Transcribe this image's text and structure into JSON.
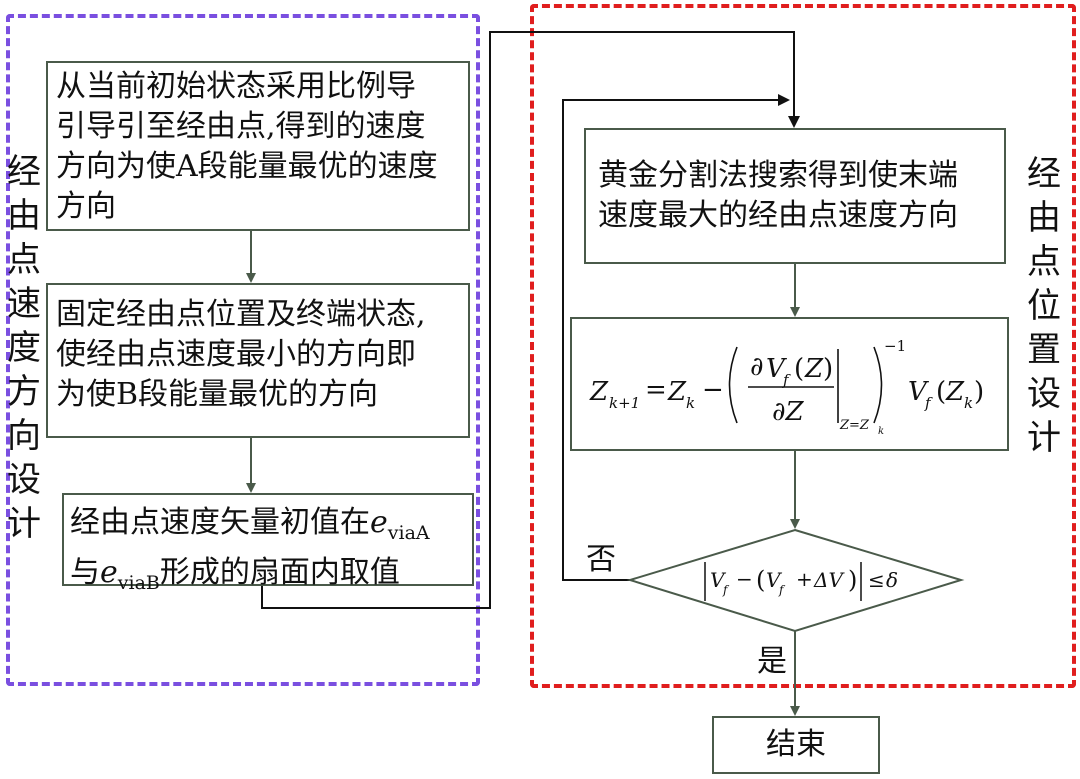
{
  "regions": {
    "left_label": "经由点速度方向设计",
    "right_label": "经由点位置设计"
  },
  "boxes": {
    "a": "从当前初始状态采用比例导\n引导引至经由点,得到的速度\n方向为使A段能量最优的速度\n方向",
    "b": "固定经由点位置及终端状态,\n使经由点速度最小的方向即\n为使B段能量最优的方向",
    "c": {
      "line1_text": "经由点速度矢量初值在",
      "var1": "e",
      "sub1": "viaA",
      "line2_text": "与",
      "var2": "e",
      "sub2": "viaB",
      "line2_rest": "形成的扇面内取值"
    },
    "d": "黄金分割法搜索得到使末端\n速度最大的经由点速度方向",
    "end": "结束"
  },
  "formula": {
    "lhs": "Z",
    "lhs_sub": "k+1",
    "eq": "=",
    "z": "Z",
    "z_sub": "k",
    "minus": "−",
    "partial": "∂",
    "numer_var": "V",
    "numer_sub": "f",
    "numer_arg": "Z",
    "denom": "∂Z",
    "eval_at": "Z=Z",
    "eval_sub": "k",
    "exponent": "−1",
    "rhs_var": "V",
    "rhs_sub": "f",
    "rhs_arg": "Z",
    "rhs_arg_sub": "k"
  },
  "decision": {
    "v1": "V",
    "v1_sub": "f",
    "minus": "−",
    "v2": "V",
    "v2_sub": "f",
    "plus": "+",
    "delta": "ΔV",
    "leq": "≤",
    "tol": "δ"
  },
  "labels": {
    "no": "否",
    "yes": "是"
  },
  "colors": {
    "left_region": "#7a4fe0",
    "right_region": "#e01e1e",
    "box_border": "#4a5a4a",
    "wire": "#111111"
  }
}
